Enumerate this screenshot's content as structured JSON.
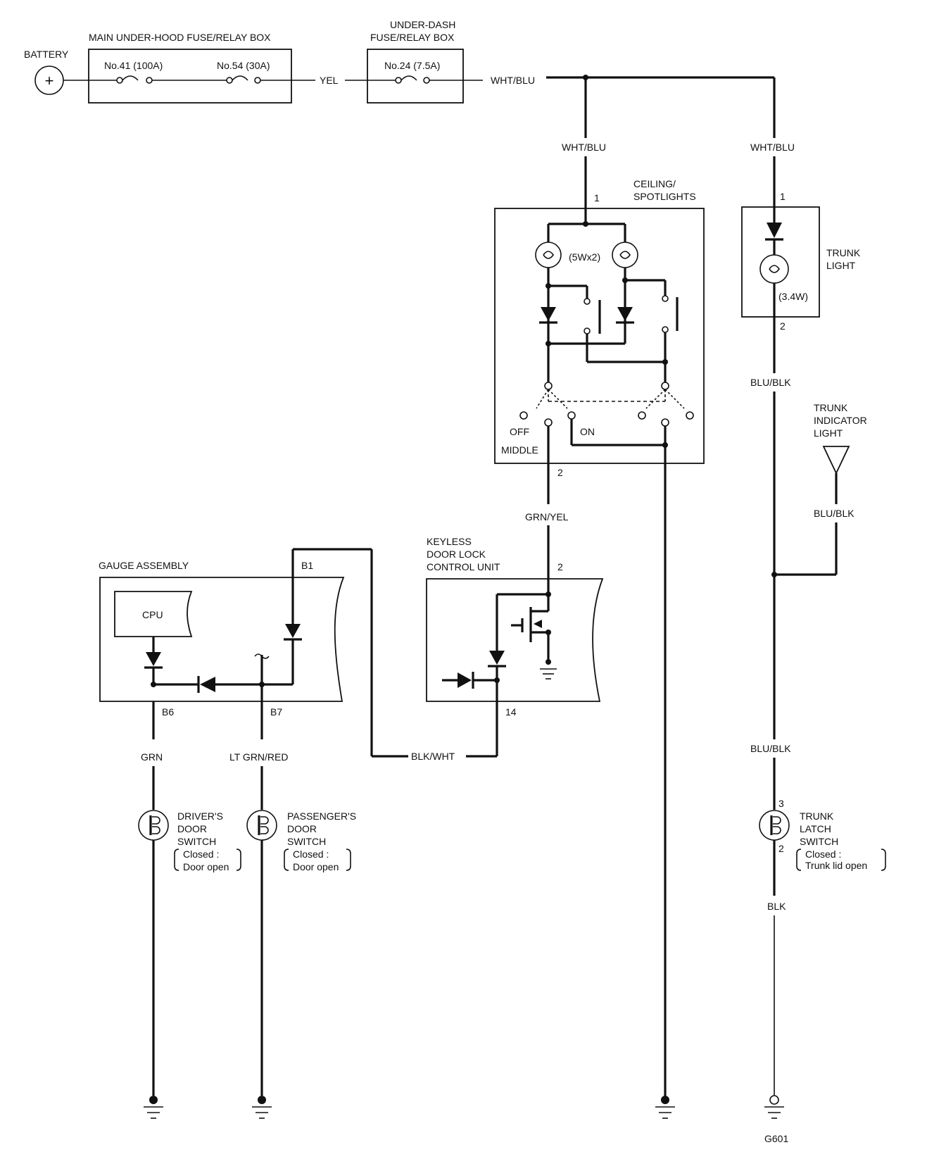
{
  "power": {
    "battery_label": "BATTERY",
    "battery_symbol": "+",
    "main_box_title": "MAIN UNDER-HOOD FUSE/RELAY BOX",
    "fuse_41": "No.41 (100A)",
    "fuse_54": "No.54 (30A)",
    "wire_yel": "YEL",
    "dash_box_title_1": "UNDER-DASH",
    "dash_box_title_2": "FUSE/RELAY BOX",
    "fuse_24": "No.24 (7.5A)",
    "wire_wht_blu_top": "WHT/BLU"
  },
  "ceiling": {
    "wire_in": "WHT/BLU",
    "title_1": "CEILING/",
    "title_2": "SPOTLIGHTS",
    "pin_1": "1",
    "bulb_rating": "(5Wx2)",
    "pos_off": "OFF",
    "pos_on": "ON",
    "pos_middle": "MIDDLE",
    "pin_2": "2",
    "wire_out": "GRN/YEL"
  },
  "trunk": {
    "wire_in": "WHT/BLU",
    "pin_1": "1",
    "light_title_1": "TRUNK",
    "light_title_2": "LIGHT",
    "bulb_rating": "(3.4W)",
    "pin_2": "2",
    "wire_blu_blk_1": "BLU/BLK",
    "indicator_1": "TRUNK",
    "indicator_2": "INDICATOR",
    "indicator_3": "LIGHT",
    "wire_blu_blk_2": "BLU/BLK",
    "wire_blu_blk_3": "BLU/BLK",
    "latch_pin_3": "3",
    "latch_pin_2": "2",
    "latch_1": "TRUNK",
    "latch_2": "LATCH",
    "latch_3": "SWITCH",
    "latch_closed": "Closed :",
    "latch_cond": "Trunk lid open",
    "wire_blk": "BLK",
    "ground_id": "G601"
  },
  "gauge": {
    "title": "GAUGE ASSEMBLY",
    "cpu": "CPU",
    "pin_b1": "B1",
    "pin_b6": "B6",
    "pin_b7": "B7",
    "wire_grn": "GRN",
    "wire_ltgrn": "LT GRN/RED"
  },
  "keyless": {
    "title_1": "KEYLESS",
    "title_2": "DOOR LOCK",
    "title_3": "CONTROL UNIT",
    "pin_2": "2",
    "pin_14": "14",
    "wire_blk_wht": "BLK/WHT"
  },
  "switches": {
    "driver_1": "DRIVER'S",
    "driver_2": "DOOR",
    "driver_3": "SWITCH",
    "driver_closed": "Closed :",
    "driver_cond": "Door open",
    "pass_1": "PASSENGER'S",
    "pass_2": "DOOR",
    "pass_3": "SWITCH",
    "pass_closed": "Closed :",
    "pass_cond": "Door open"
  }
}
